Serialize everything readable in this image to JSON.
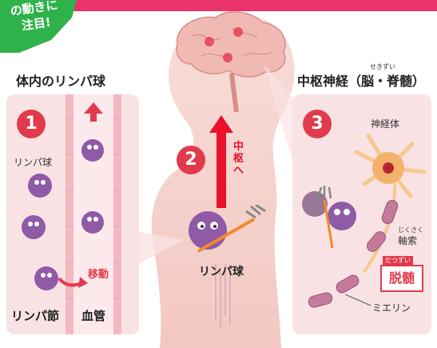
{
  "badge": {
    "line1": "の動きに",
    "line2": "注目!"
  },
  "left_section": {
    "title": "体内のリンパ球",
    "step_number": "1",
    "lymphocyte_label": "リンパ球",
    "movement_label": "移動",
    "lymph_node_label": "リンパ節",
    "blood_vessel_label": "血管"
  },
  "center_section": {
    "step_number": "2",
    "direction_label": "中枢へ",
    "lymphocyte_label": "リンパ球"
  },
  "right_section": {
    "title": "中枢神経（脳・脊髄）",
    "title_ruby": "せきずい",
    "step_number": "3",
    "neuron_body_label": "神経体",
    "axon_ruby": "じくさく",
    "axon_label": "軸索",
    "demyelination_ruby": "だつずい",
    "demyelination_label": "脱髄",
    "myelin_label": "ミエリン"
  },
  "colors": {
    "accent": "#e23a4d",
    "panel": "#f9e2e4",
    "body": "#f6d3cf",
    "cell": "#8f5aa6"
  }
}
